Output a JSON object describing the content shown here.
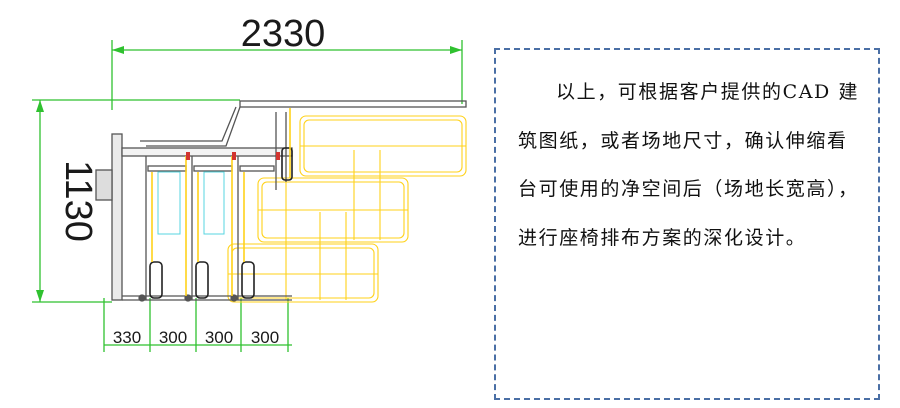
{
  "drawing": {
    "overall_width": "2330",
    "overall_height": "1130",
    "bottom_dims": [
      "330",
      "300",
      "300",
      "300"
    ],
    "colors": {
      "dimension": "#2fc12f",
      "outline": "#555555",
      "seat": "#ffd21a",
      "cyan": "#57d6e0",
      "red": "#d2342f"
    }
  },
  "note": {
    "text": "以上，可根据客户提供的CAD 建筑图纸，或者场地尺寸，确认伸缩看台可使用的净空间后（场地长宽高），进行座椅排布方案的深化设计。"
  }
}
